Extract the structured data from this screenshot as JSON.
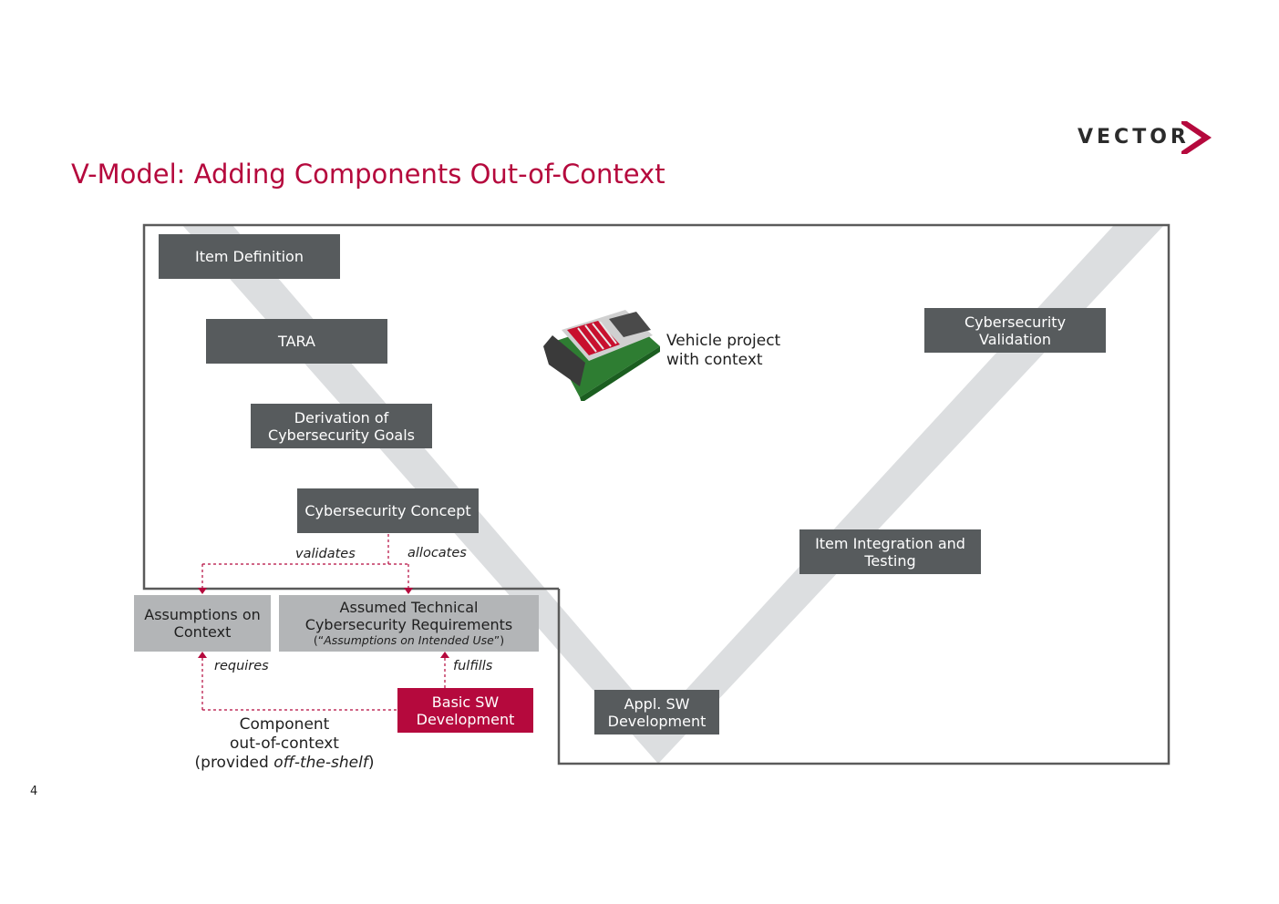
{
  "slide": {
    "title": "V-Model: Adding Components Out-of-Context",
    "page_number": "4",
    "logo": "VECTOR"
  },
  "colors": {
    "accent": "#b5093d",
    "dark_box": "#575b5d",
    "light_box": "#b3b5b7",
    "v_band": "#dcdee0",
    "frame": "#5a5a5a"
  },
  "v_model": {
    "item_definition": "Item Definition",
    "tara": "TARA",
    "derivation_line1": "Derivation of",
    "derivation_line2": "Cybersecurity Goals",
    "concept": "Cybersecurity Concept",
    "validation_line1": "Cybersecurity",
    "validation_line2": "Validation",
    "integration_line1": "Item Integration and",
    "integration_line2": "Testing",
    "appl_line1": "Appl. SW",
    "appl_line2": "Development"
  },
  "vehicle": {
    "icon": "ecu-board-icon",
    "line1": "Vehicle project",
    "line2": "with context"
  },
  "component": {
    "assumptions_line1": "Assumptions on",
    "assumptions_line2": "Context",
    "assumed_line1": "Assumed Technical",
    "assumed_line2": "Cybersecurity Requirements",
    "assumed_note_open": "(“",
    "assumed_note": "Assumptions on Intended Use",
    "assumed_note_close": "”)",
    "basic_line1": "Basic SW",
    "basic_line2": "Development",
    "caption_line1": "Component",
    "caption_line2": "out-of-context",
    "caption_open": "(provided ",
    "caption_italic": "off-the-shelf",
    "caption_close": ")"
  },
  "relations": {
    "validates": "validates",
    "allocates": "allocates",
    "requires": "requires",
    "fulfills": "fulfills"
  }
}
